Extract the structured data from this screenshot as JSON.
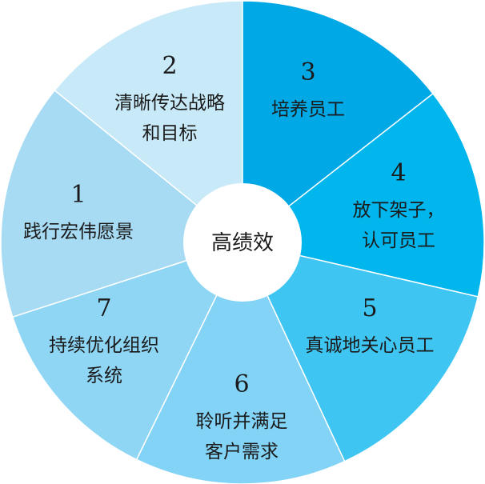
{
  "center": {
    "label": "高绩效"
  },
  "segments": [
    {
      "number": "1",
      "lines": [
        "践行宏伟愿景"
      ],
      "color": "#a7dbf4"
    },
    {
      "number": "2",
      "lines": [
        "清晰传达战略",
        "和目标"
      ],
      "color": "#c8e9f8"
    },
    {
      "number": "3",
      "lines": [
        "培养员工"
      ],
      "color": "#00a8e5"
    },
    {
      "number": "4",
      "lines": [
        "放下架子，",
        "认可员工"
      ],
      "color": "#00b6ec"
    },
    {
      "number": "5",
      "lines": [
        "真诚地关心员工"
      ],
      "color": "#3fc5f2"
    },
    {
      "number": "6",
      "lines": [
        "聆听并满足",
        "客户需求"
      ],
      "color": "#82d3f5"
    },
    {
      "number": "7",
      "lines": [
        "持续优化组织",
        "系统"
      ],
      "color": "#8fd6f5"
    }
  ]
}
